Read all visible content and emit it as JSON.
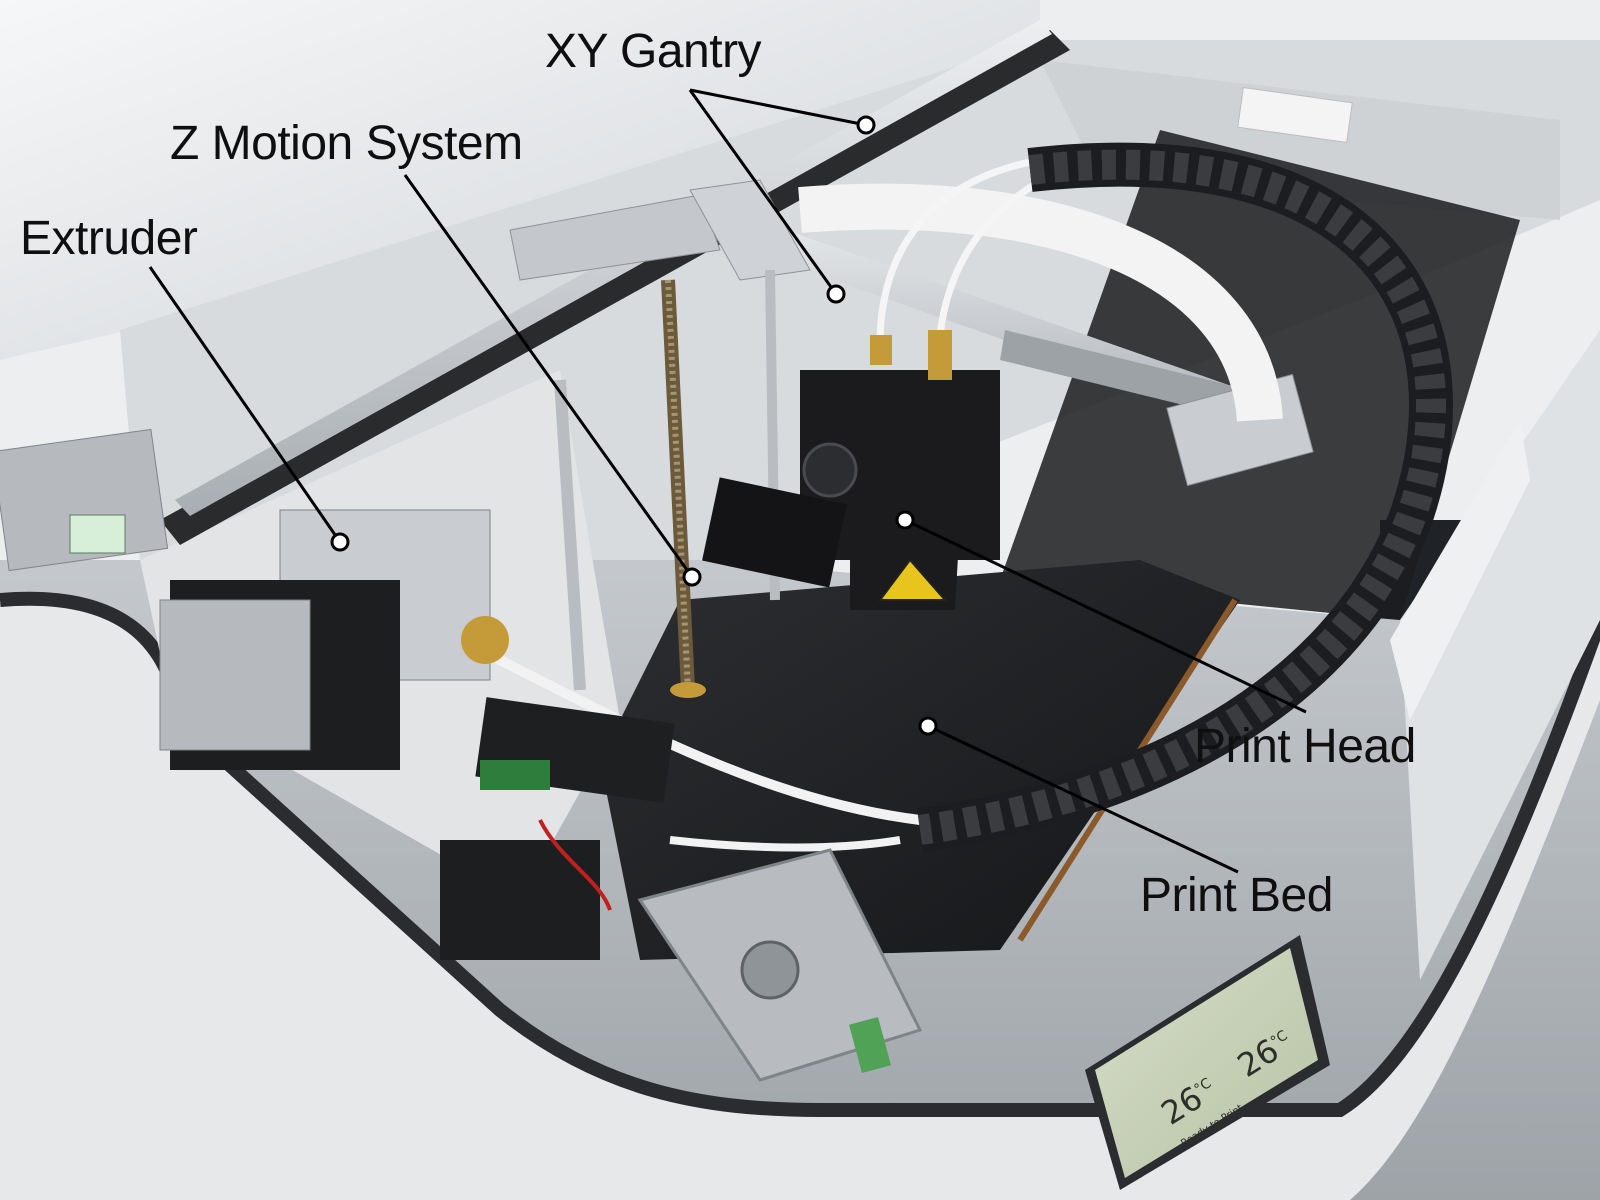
{
  "labels": {
    "xy_gantry": "XY Gantry",
    "z_motion_system": "Z Motion System",
    "extruder": "Extruder",
    "print_head": "Print Head",
    "print_bed": "Print Bed"
  },
  "display": {
    "status_text": "Ready to Print",
    "left_temp": "26",
    "left_unit": "°C",
    "right_temp": "26",
    "right_unit": "°C"
  },
  "colors": {
    "background": "#e9ebed",
    "callout_text": "#0f0f0f",
    "leader_line": "#000000",
    "leader_dot": "#ffffff",
    "printer_shell": "#dcdfe3",
    "build_bed": "#232528",
    "cable_chain": "#1c1d20",
    "brass": "#c59b3a",
    "lcd_screen": "#c9d3b9",
    "warning_label": "#e8c51c"
  }
}
